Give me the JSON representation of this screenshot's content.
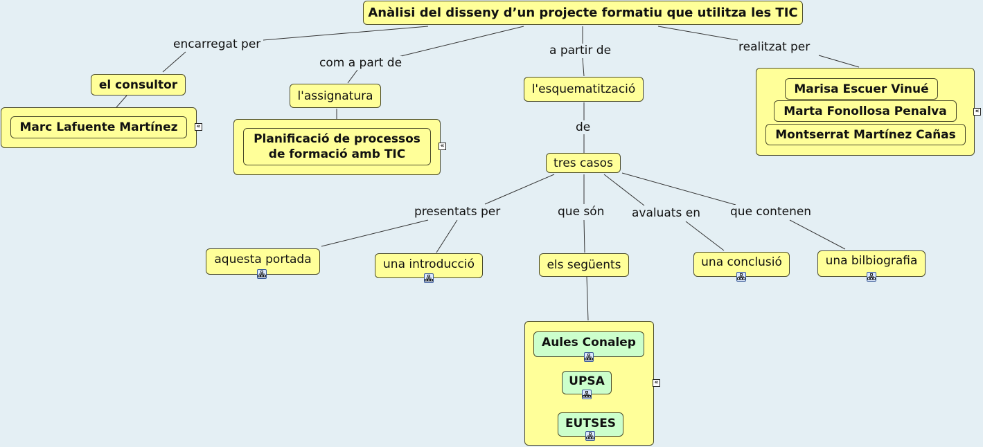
{
  "map": {
    "title": "Anàlisi del disseny d’un projecte formatiu que utilitza les TIC",
    "links": {
      "encarregat": "encarregat per",
      "com_a_part": "com a part de",
      "a_partir": "a partir de",
      "realitzat": "realitzat per",
      "de": "de",
      "presentats": "presentats per",
      "que_son": "que són",
      "avaluats": "avaluats en",
      "contenen": "que contenen"
    },
    "nodes": {
      "consultor": "el consultor",
      "marc": "Marc Lafuente Martínez",
      "assignatura": "l'assignatura",
      "planif_1": "Planificació de processos",
      "planif_2": "de formació amb TIC",
      "esquema": "l'esquematització",
      "tres_casos": "tres casos",
      "marisa": "Marisa Escuer Vinué",
      "marta": "Marta Fonollosa Penalva",
      "montse": "Montserrat Martínez Cañas",
      "portada": "aquesta portada",
      "introduccio": "una introducció",
      "seguents": "els següents",
      "conclusio": "una conclusió",
      "bibliografia": "una bilbiografia",
      "aules": "Aules Conalep",
      "upsa": "UPSA",
      "eutses": "EUTSES"
    },
    "expand_glyph": "«",
    "colors": {
      "node": "#ffff99",
      "case_node": "#ccffcc",
      "background": "#e4eff4"
    }
  }
}
